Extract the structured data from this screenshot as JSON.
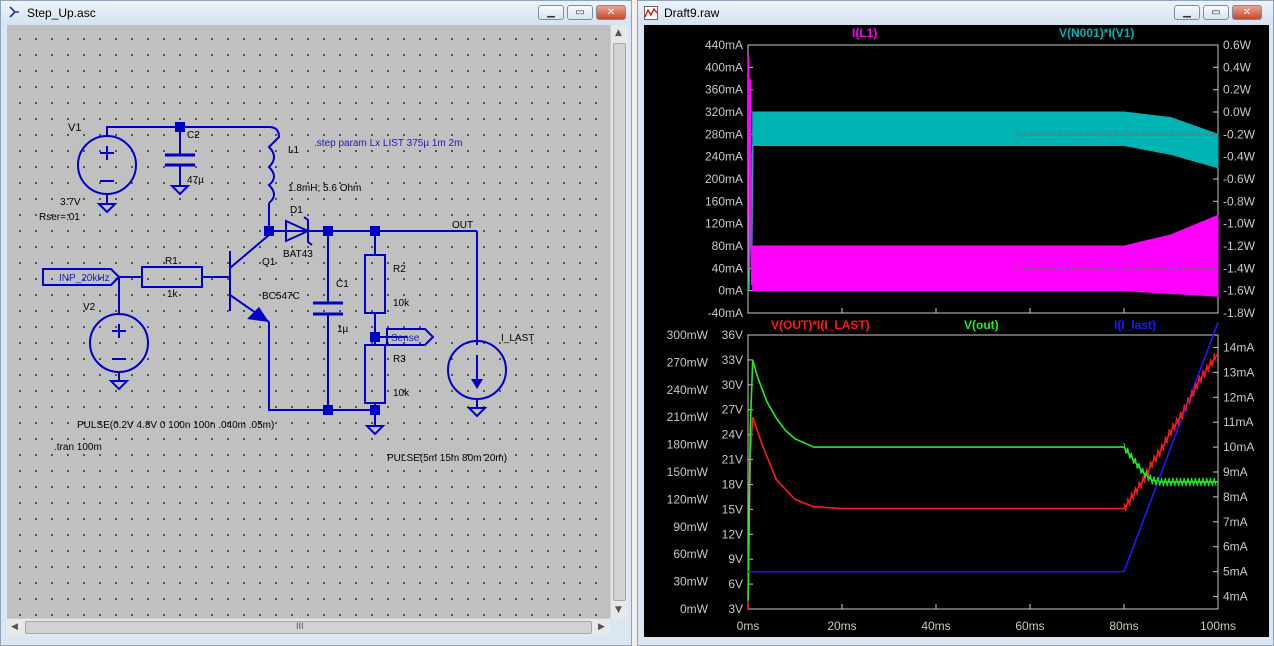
{
  "schematic_window": {
    "title": "Step_Up.asc",
    "labels": {
      "v1_name": "V1",
      "v1_value": "3.7V",
      "v1_rser": "Rser=.01",
      "c2_name": "C2",
      "c2_value": "47µ",
      "l1_name": "L1",
      "l1_value": "1.8mH; 5.6 Ohm",
      "step_directive": ".step param Lx LIST 375µ 1m 2m",
      "d1_name": "D1",
      "d1_model": "BAT43",
      "out_net": "OUT",
      "q1_name": "Q1",
      "q1_model": "BC547C",
      "r1_name": "R1",
      "r1_value": "1k",
      "input_label": "INP_20kHz",
      "v2_name": "V2",
      "c1_name": "C1",
      "c1_value": "1µ",
      "r2_name": "R2",
      "r2_value": "10k",
      "sense_label": "Sense",
      "r3_name": "R3",
      "r3_value": "10k",
      "iload_name": "I_LAST",
      "v2_pulse": "PULSE(0.2V 4.8V 0 100n 100n .040m .05m)",
      "tran_directive": ".tran 100m",
      "iload_pulse": "PULSE(5m 15m 80m 20m)"
    },
    "buttons": {
      "minimize": "▁",
      "maximize": "▭",
      "close": "✕"
    },
    "scrollbar_grip": "III"
  },
  "waveform_window": {
    "title": "Draft9.raw",
    "buttons": {
      "minimize": "▁",
      "maximize": "▭",
      "close": "✕"
    },
    "colors": {
      "magenta": "#ff00ff",
      "cyan": "#00b3b3",
      "red": "#ff1a1a",
      "green": "#22ee22",
      "blue": "#1a1aff",
      "axis": "#c8c8c8",
      "dash": "#707070"
    }
  },
  "chart_data": [
    {
      "type": "line",
      "title": "",
      "xlim": [
        0,
        100
      ],
      "x_ticks": [],
      "y_left": {
        "ticks": [
          "440mA",
          "400mA",
          "360mA",
          "320mA",
          "280mA",
          "240mA",
          "200mA",
          "160mA",
          "120mA",
          "80mA",
          "40mA",
          "0mA",
          "-40mA"
        ],
        "ylim": [
          -40,
          440
        ],
        "unit": "mA"
      },
      "y_right": {
        "ticks": [
          "0.6W",
          "0.4W",
          "0.2W",
          "0.0W",
          "-0.2W",
          "-0.4W",
          "-0.6W",
          "-0.8W",
          "-1.0W",
          "-1.2W",
          "-1.4W",
          "-1.6W",
          "-1.8W"
        ],
        "ylim": [
          -1.8,
          0.6
        ],
        "unit": "W"
      },
      "series": [
        {
          "name": "I(L1)",
          "axis": "left",
          "color": "#ff00ff",
          "band": {
            "x": [
              1,
              80,
              90,
              100
            ],
            "lower": [
              0,
              0,
              -5,
              -10
            ],
            "upper": [
              80,
              80,
              100,
              135
            ]
          },
          "startup": {
            "x": [
              0.1,
              0.3,
              0.5,
              0.8,
              1.0
            ],
            "y": [
              420,
              40,
              380,
              10,
              80
            ]
          }
        },
        {
          "name": "V(N001)*I(V1)",
          "axis": "right",
          "color": "#00b3b3",
          "band": {
            "x": [
              1,
              80,
              90,
              100
            ],
            "lower": [
              -0.3,
              -0.3,
              -0.38,
              -0.5
            ],
            "upper": [
              0.0,
              0.0,
              -0.05,
              -0.2
            ]
          },
          "startup": {
            "x": [
              0.2,
              0.5,
              0.8,
              1.0
            ],
            "y": [
              -1.6,
              -0.9,
              -1.3,
              -0.3
            ]
          }
        }
      ]
    },
    {
      "type": "line",
      "title": "",
      "xlim": [
        0,
        100
      ],
      "x_ticks": [
        "0ms",
        "20ms",
        "40ms",
        "60ms",
        "80ms",
        "100ms"
      ],
      "y_left1": {
        "ticks": [
          "300mW",
          "270mW",
          "240mW",
          "210mW",
          "180mW",
          "150mW",
          "120mW",
          "90mW",
          "60mW",
          "30mW",
          "0mW"
        ],
        "ylim": [
          0,
          300
        ],
        "unit": "mW"
      },
      "y_left2": {
        "ticks": [
          "36V",
          "33V",
          "30V",
          "27V",
          "24V",
          "21V",
          "18V",
          "15V",
          "12V",
          "9V",
          "6V",
          "3V"
        ],
        "ylim": [
          3,
          36
        ],
        "unit": "V"
      },
      "y_right": {
        "ticks": [
          "14mA",
          "13mA",
          "12mA",
          "11mA",
          "10mA",
          "9mA",
          "8mA",
          "7mA",
          "6mA",
          "5mA",
          "4mA"
        ],
        "ylim": [
          3.5,
          14.5
        ],
        "unit": "mA"
      },
      "series": [
        {
          "name": "V(OUT)*I(I_LAST)",
          "axis": "left1",
          "color": "#ff1a1a",
          "x": [
            0,
            0.5,
            1,
            3,
            6,
            10,
            14,
            20,
            30,
            40,
            50,
            60,
            70,
            79,
            80,
            82,
            84,
            86,
            88,
            90,
            92,
            94,
            96,
            98,
            100
          ],
          "y": [
            0,
            170,
            210,
            180,
            142,
            120,
            112,
            110,
            110,
            110,
            110,
            110,
            110,
            110,
            110,
            125,
            140,
            160,
            175,
            195,
            210,
            230,
            250,
            265,
            280
          ]
        },
        {
          "name": "V(out)",
          "axis": "left2",
          "color": "#22ee22",
          "x": [
            0,
            0.5,
            1,
            2,
            4,
            6,
            8,
            10,
            12,
            14,
            20,
            40,
            60,
            79,
            80,
            82,
            84,
            86,
            88,
            90,
            95,
            100
          ],
          "y": [
            4,
            25,
            33,
            31,
            28,
            26,
            24.5,
            23.5,
            23,
            22.5,
            22.5,
            22.5,
            22.5,
            22.5,
            22.5,
            21,
            19.5,
            18.5,
            18.3,
            18.3,
            18.3,
            18.3
          ]
        },
        {
          "name": "I(I_last)",
          "axis": "right",
          "color": "#1a1aff",
          "x": [
            0,
            80,
            100
          ],
          "y": [
            5,
            5,
            15
          ]
        }
      ]
    }
  ]
}
